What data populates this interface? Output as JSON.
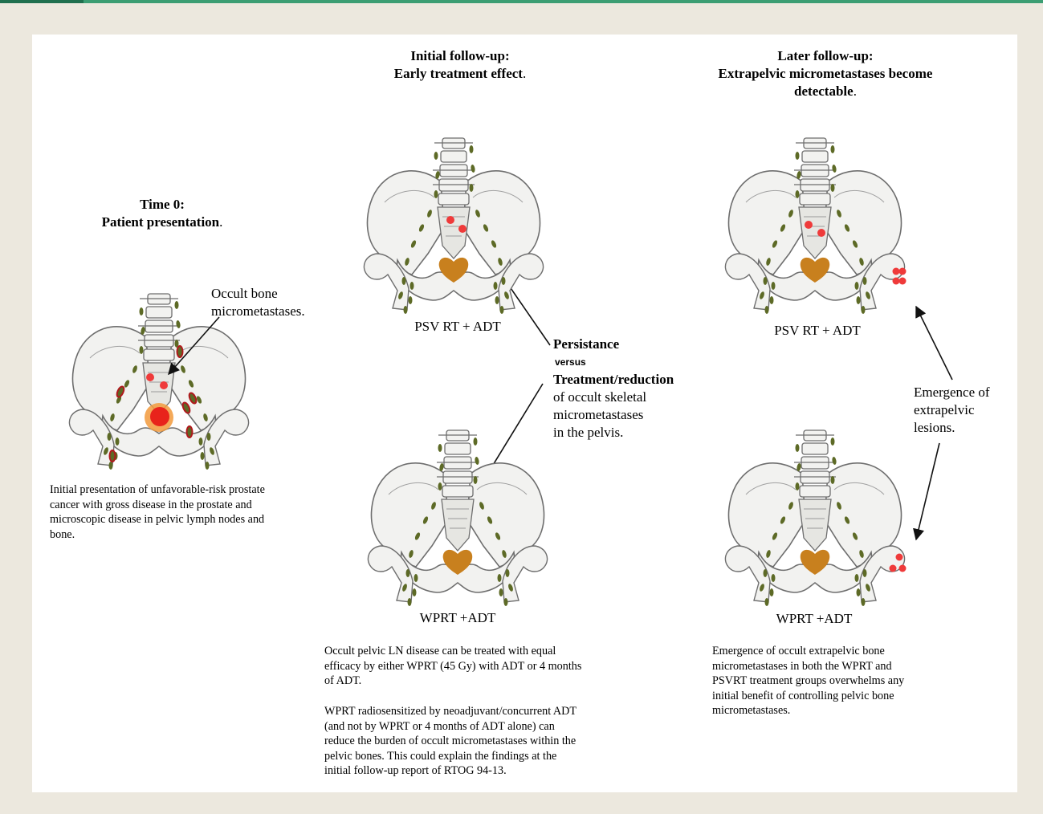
{
  "header": {
    "accent_color": "#3c9e73"
  },
  "time0": {
    "title_line1": "Time 0:",
    "title_line2": "Patient presentation",
    "title_period": ".",
    "bone_label_line1": "Occult bone",
    "bone_label_line2": "micrometastases.",
    "note": [
      "Initial presentation of unfavorable-risk prostate",
      "cancer with gross disease in the prostate and",
      "microscopic disease in pelvic lymph nodes and",
      "bone."
    ]
  },
  "initial": {
    "title_line1": "Initial follow-up:",
    "title_line2": "Early treatment effect",
    "title_period": ".",
    "top_label": "PSV RT + ADT",
    "bottom_label": "WPRT +ADT",
    "note1": [
      "Occult pelvic LN disease can be treated with equal",
      "efficacy by either WPRT (45 Gy) with ADT or 4 months",
      "of ADT."
    ],
    "note2": [
      "WPRT radiosensitized by neoadjuvant/concurrent ADT",
      "(and not by WPRT or 4 months of ADT alone) can",
      "reduce the burden of occult micrometastases within the",
      "pelvic bones. This could explain the findings at the",
      "initial follow-up report of RTOG 94-13."
    ]
  },
  "persistence": {
    "line1": "Persistance",
    "line2": "versus",
    "line3": "Treatment/reduction",
    "line4": "of occult skeletal",
    "line5": "micrometastases",
    "line6": "in the pelvis."
  },
  "later": {
    "title_line1": "Later follow-up:",
    "title_line2": "Extrapelvic micrometastases become",
    "title_line3": "detectable",
    "title_period": ".",
    "top_label": "PSV RT + ADT",
    "bottom_label": "WPRT +ADT",
    "emergence_line1": "Emergence of",
    "emergence_line2": "extrapelvic",
    "emergence_line3": "lesions.",
    "note": [
      "Emergence of occult extrapelvic bone",
      "micrometastases in both the WPRT and",
      "PSVRT treatment groups overwhelms any",
      "initial benefit of controlling pelvic bone",
      "micrometastases."
    ]
  },
  "colors": {
    "bone_fill": "#f2f2f0",
    "bone_stroke": "#6e6e6e",
    "lymph_node": "#5d6a26",
    "lymph_node_diseased_ring": "#b0181c",
    "metastasis": "#ef3a3a",
    "prostate": "#c8801e",
    "prostate_tumor": "#e8231b"
  }
}
